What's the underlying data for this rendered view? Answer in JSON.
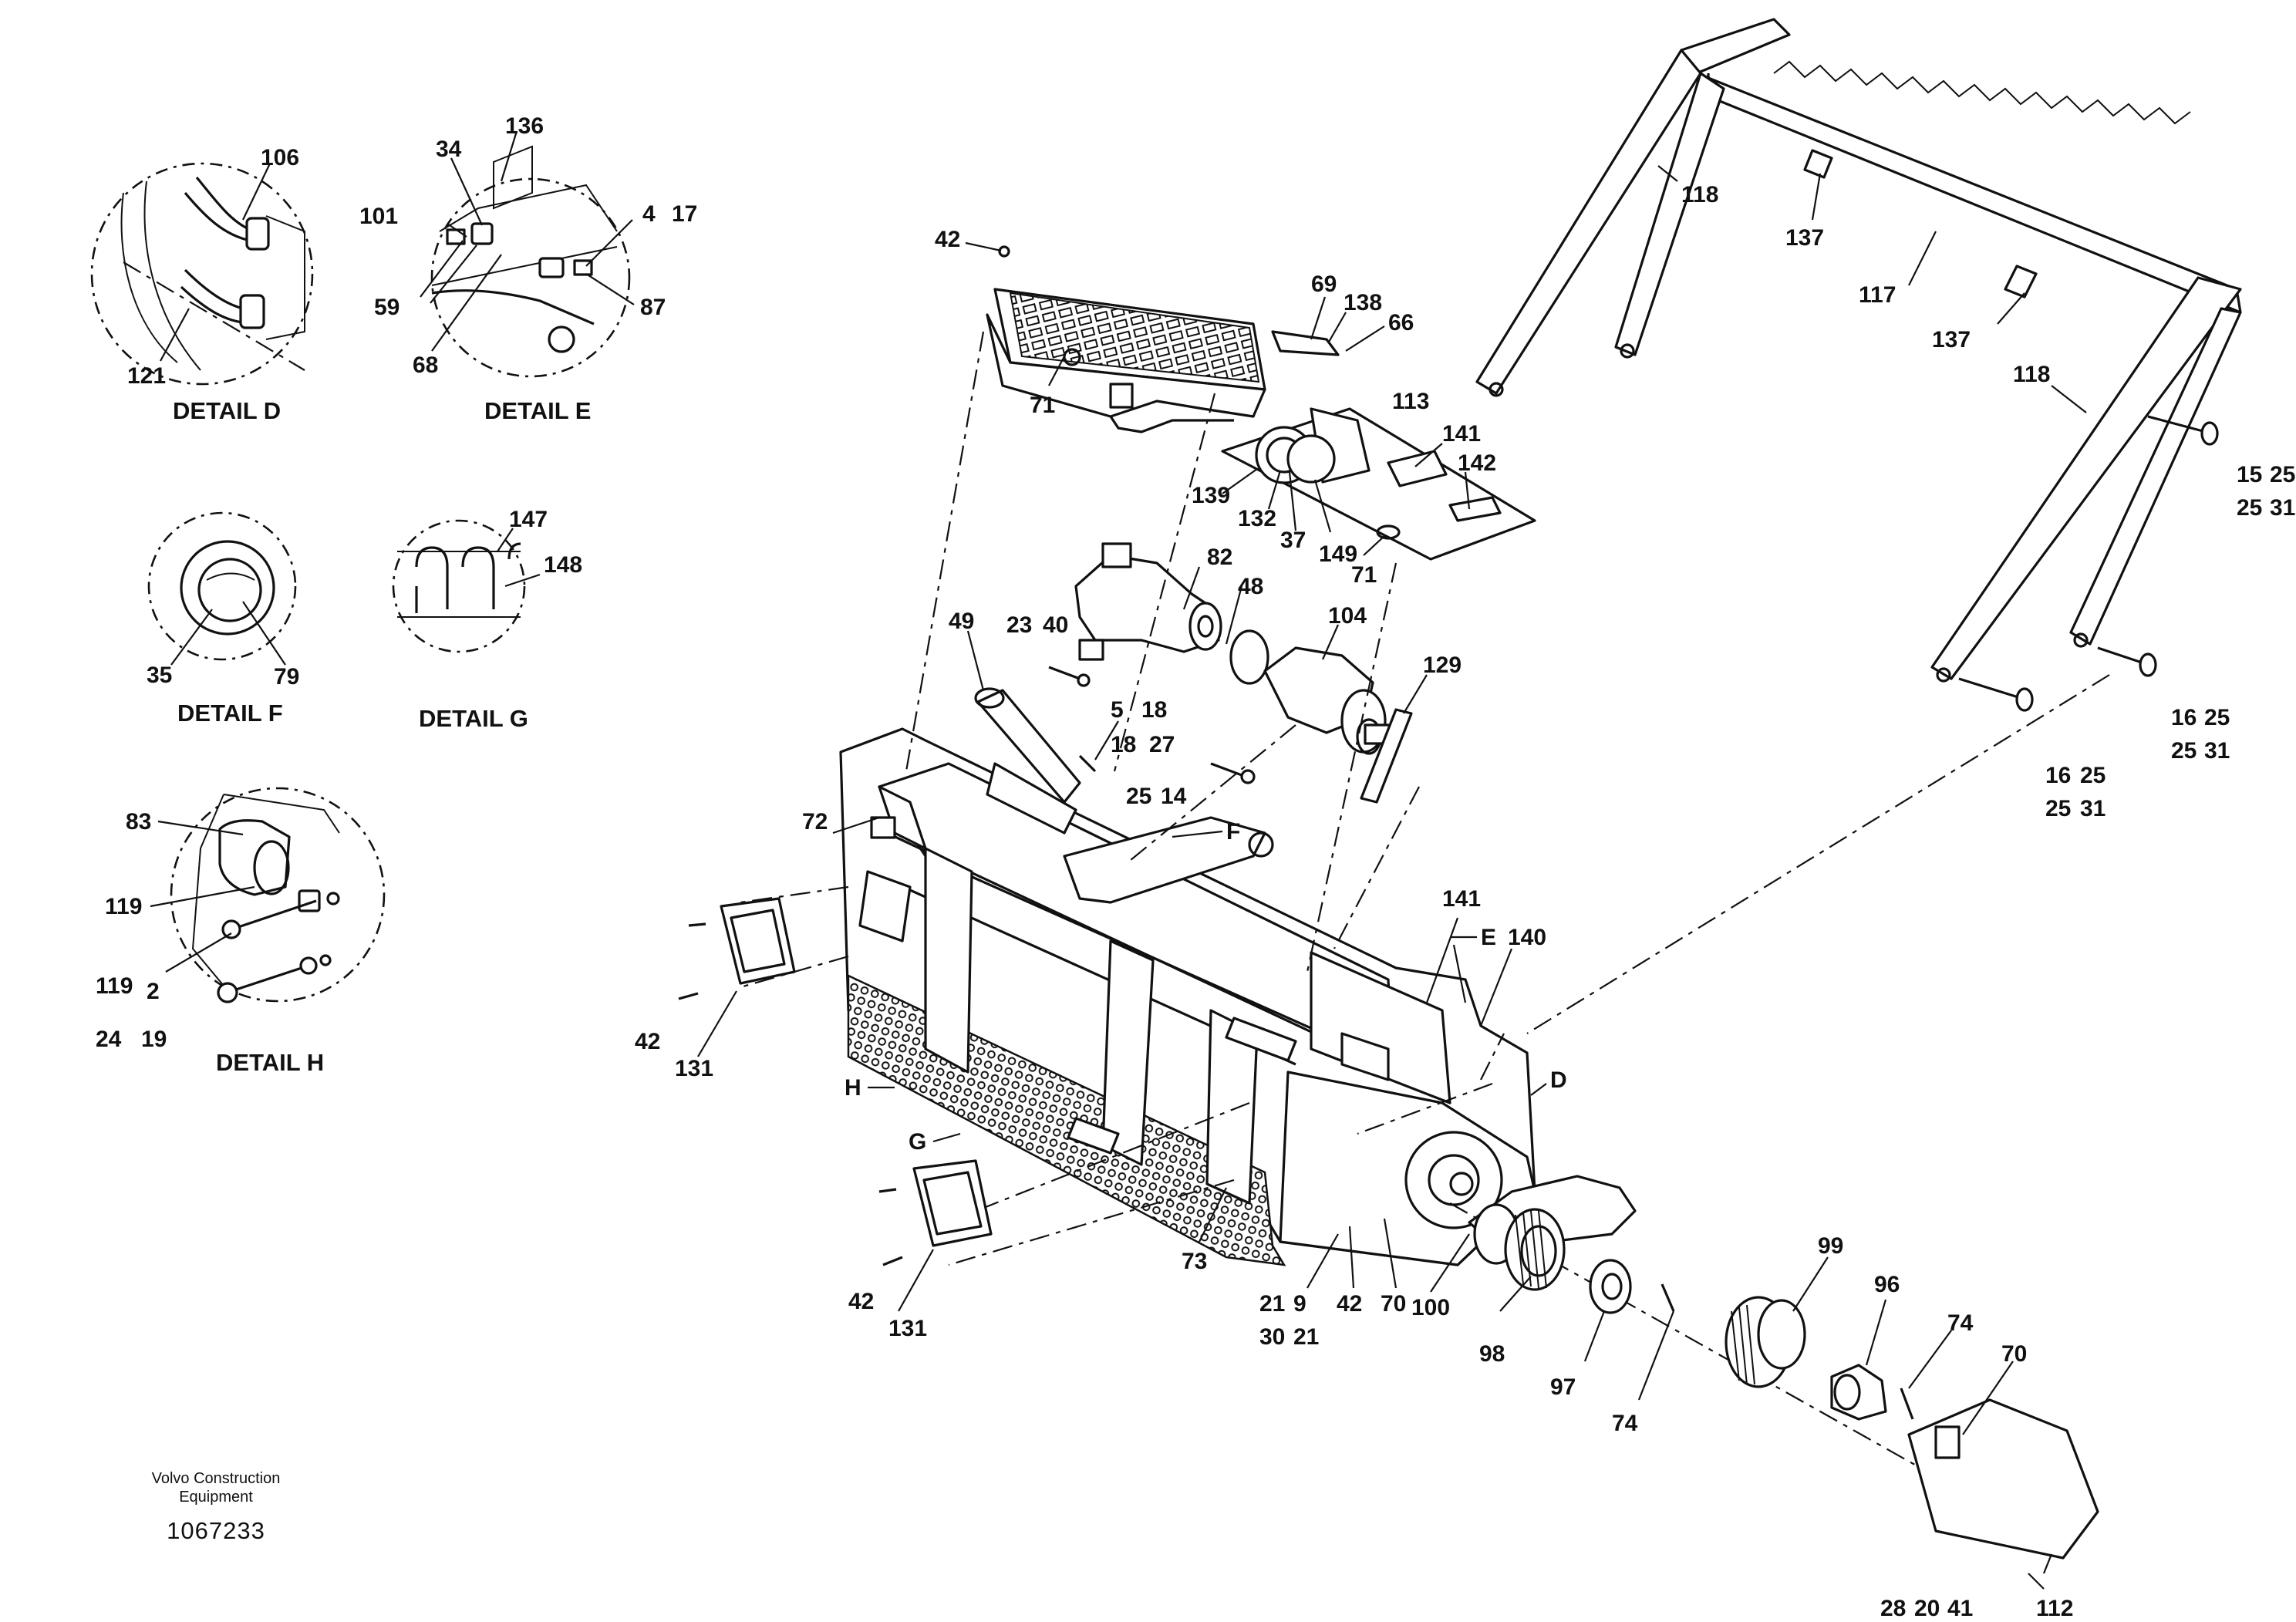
{
  "footer": {
    "company": "Volvo Construction Equipment",
    "document_number": "1067233"
  },
  "details": {
    "d": "DETAIL D",
    "e": "DETAIL E",
    "f": "DETAIL F",
    "g": "DETAIL G",
    "h": "DETAIL H"
  },
  "detail_d_callouts": [
    "106",
    "121"
  ],
  "detail_e_callouts": [
    "34",
    "136",
    "101",
    "4",
    "17",
    "59",
    "87",
    "68"
  ],
  "detail_f_callouts": [
    "35",
    "79"
  ],
  "detail_g_callouts": [
    "147",
    "148"
  ],
  "detail_h_callouts": [
    "83",
    "119",
    "119",
    "2",
    "24",
    "19"
  ],
  "view_markers": [
    "F",
    "E",
    "D",
    "H",
    "G"
  ],
  "main_callouts": [
    "42",
    "71",
    "69",
    "138",
    "66",
    "113",
    "141",
    "142",
    "139",
    "132",
    "37",
    "149",
    "71",
    "82",
    "48",
    "104",
    "23",
    "40",
    "49",
    "5",
    "18",
    "18",
    "27",
    "25",
    "14",
    "129",
    "118",
    "137",
    "117",
    "137",
    "118",
    "15",
    "25",
    "25",
    "31",
    "16",
    "25",
    "25",
    "31",
    "16",
    "25",
    "25",
    "31",
    "72",
    "141",
    "140",
    "42",
    "131",
    "42",
    "131",
    "73",
    "21",
    "9",
    "30",
    "21",
    "42",
    "70",
    "100",
    "98",
    "97",
    "74",
    "99",
    "96",
    "74",
    "70",
    "112",
    "28",
    "20",
    "41"
  ]
}
